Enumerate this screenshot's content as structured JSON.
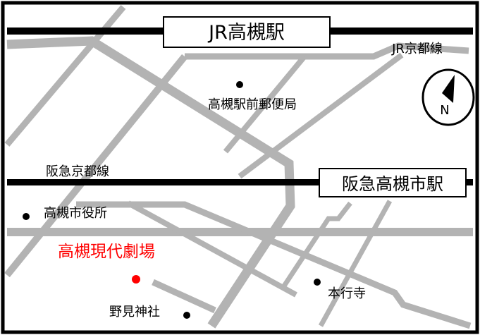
{
  "map": {
    "stations": {
      "jr": "JR高槻駅",
      "hankyu": "阪急高槻市駅"
    },
    "lines": {
      "jr": "JR京都線",
      "hankyu": "阪急京都線"
    },
    "landmarks": {
      "post_office": "高槻駅前郵便局",
      "city_hall": "高槻市役所",
      "theater": "高槻現代劇場",
      "temple": "本行寺",
      "shrine": "野見神社"
    },
    "compass": "N",
    "colors": {
      "road": "#b3b3b3",
      "rail": "#000000",
      "highlight": "#ff0000"
    }
  }
}
